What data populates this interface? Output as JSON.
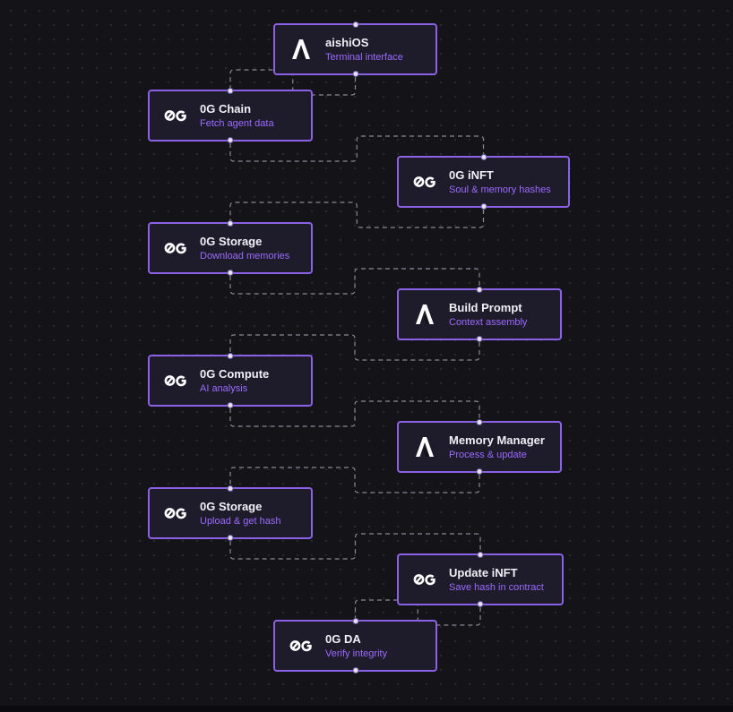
{
  "colors": {
    "background": "#141318",
    "node_fill": "#1e1b2b",
    "node_border": "#8b62e6",
    "title": "#f2f0f7",
    "subtitle": "#9b6bff",
    "edge": "#8a8894"
  },
  "nodes": [
    {
      "id": "aishios",
      "icon": "aishi-logo-icon",
      "title": "aishiOS",
      "subtitle": "Terminal interface"
    },
    {
      "id": "chain",
      "icon": "0g-logo-icon",
      "title": "0G Chain",
      "subtitle": "Fetch agent data"
    },
    {
      "id": "inft",
      "icon": "0g-logo-icon",
      "title": "0G iNFT",
      "subtitle": "Soul & memory hashes"
    },
    {
      "id": "storage1",
      "icon": "0g-logo-icon",
      "title": "0G Storage",
      "subtitle": "Download memories"
    },
    {
      "id": "prompt",
      "icon": "aishi-logo-icon",
      "title": "Build Prompt",
      "subtitle": "Context assembly"
    },
    {
      "id": "compute",
      "icon": "0g-logo-icon",
      "title": "0G Compute",
      "subtitle": "AI analysis"
    },
    {
      "id": "memory",
      "icon": "aishi-logo-icon",
      "title": "Memory Manager",
      "subtitle": "Process & update"
    },
    {
      "id": "storage2",
      "icon": "0g-logo-icon",
      "title": "0G Storage",
      "subtitle": "Upload & get hash"
    },
    {
      "id": "update",
      "icon": "0g-logo-icon",
      "title": "Update iNFT",
      "subtitle": "Save hash in contract"
    },
    {
      "id": "da",
      "icon": "0g-logo-icon",
      "title": "0G DA",
      "subtitle": "Verify integrity"
    }
  ],
  "edges": [
    [
      "aishios",
      "chain"
    ],
    [
      "chain",
      "inft"
    ],
    [
      "inft",
      "storage1"
    ],
    [
      "storage1",
      "prompt"
    ],
    [
      "prompt",
      "compute"
    ],
    [
      "compute",
      "memory"
    ],
    [
      "memory",
      "storage2"
    ],
    [
      "storage2",
      "update"
    ],
    [
      "update",
      "da"
    ]
  ]
}
